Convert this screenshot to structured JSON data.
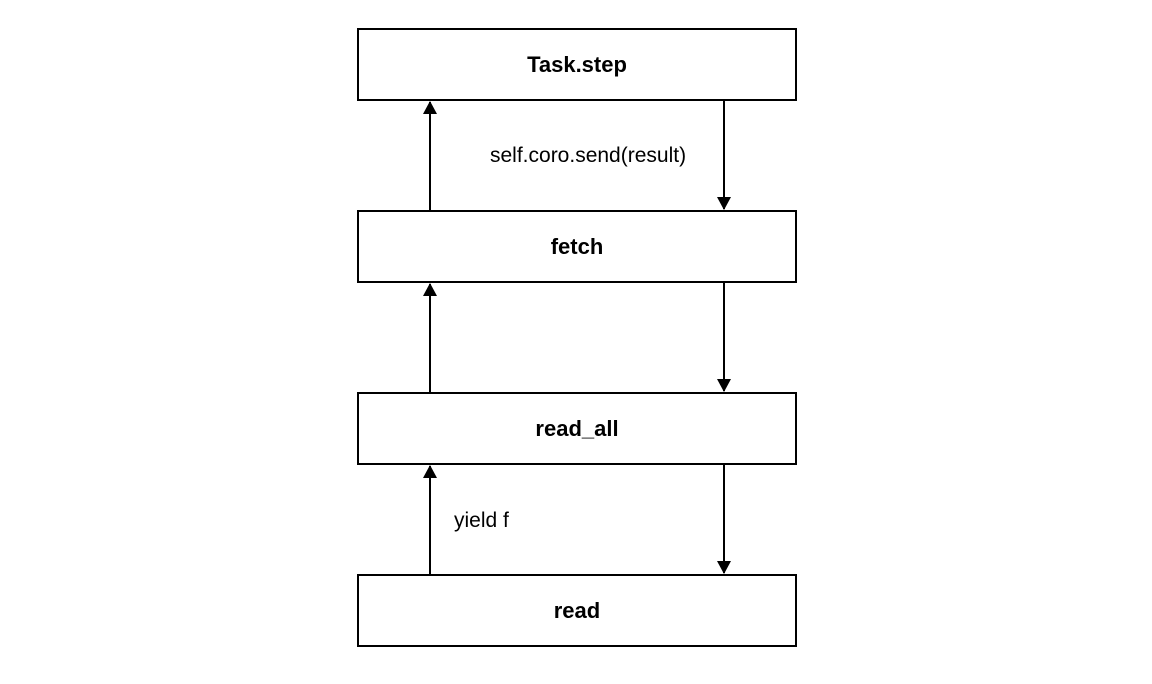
{
  "nodes": [
    {
      "id": "task-step",
      "label": "Task.step"
    },
    {
      "id": "fetch",
      "label": "fetch"
    },
    {
      "id": "read-all",
      "label": "read_all"
    },
    {
      "id": "read",
      "label": "read"
    }
  ],
  "edges": [
    {
      "from": "fetch",
      "to": "task-step",
      "direction": "up",
      "label": ""
    },
    {
      "from": "task-step",
      "to": "fetch",
      "direction": "down",
      "label": "self.coro.send(result)"
    },
    {
      "from": "read-all",
      "to": "fetch",
      "direction": "up",
      "label": ""
    },
    {
      "from": "fetch",
      "to": "read-all",
      "direction": "down",
      "label": ""
    },
    {
      "from": "read",
      "to": "read-all",
      "direction": "up",
      "label": "yield f"
    },
    {
      "from": "read-all",
      "to": "read",
      "direction": "down",
      "label": ""
    }
  ],
  "colors": {
    "stroke": "#000000",
    "fill": "#ffffff",
    "background": "#ffffff"
  }
}
